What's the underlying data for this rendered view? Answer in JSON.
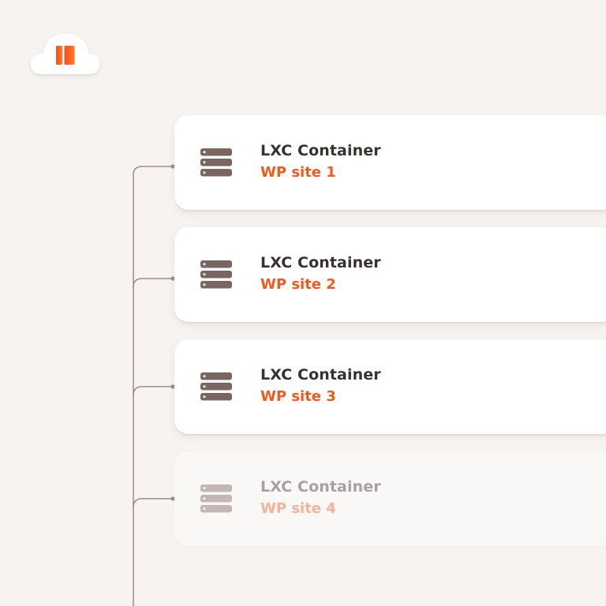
{
  "colors": {
    "background": "#f7f3f0",
    "accent": "#f05a1e",
    "text": "#3a302f",
    "icon": "#7a6560",
    "connector": "#a08a84"
  },
  "logo": {
    "icon": "cloud-logo-icon"
  },
  "containers": [
    {
      "title": "LXC Container",
      "site": "WP site 1",
      "icon": "server-icon"
    },
    {
      "title": "LXC Container",
      "site": "WP site 2",
      "icon": "server-icon"
    },
    {
      "title": "LXC Container",
      "site": "WP site 3",
      "icon": "server-icon"
    },
    {
      "title": "LXC Container",
      "site": "WP site 4",
      "icon": "server-icon"
    }
  ]
}
